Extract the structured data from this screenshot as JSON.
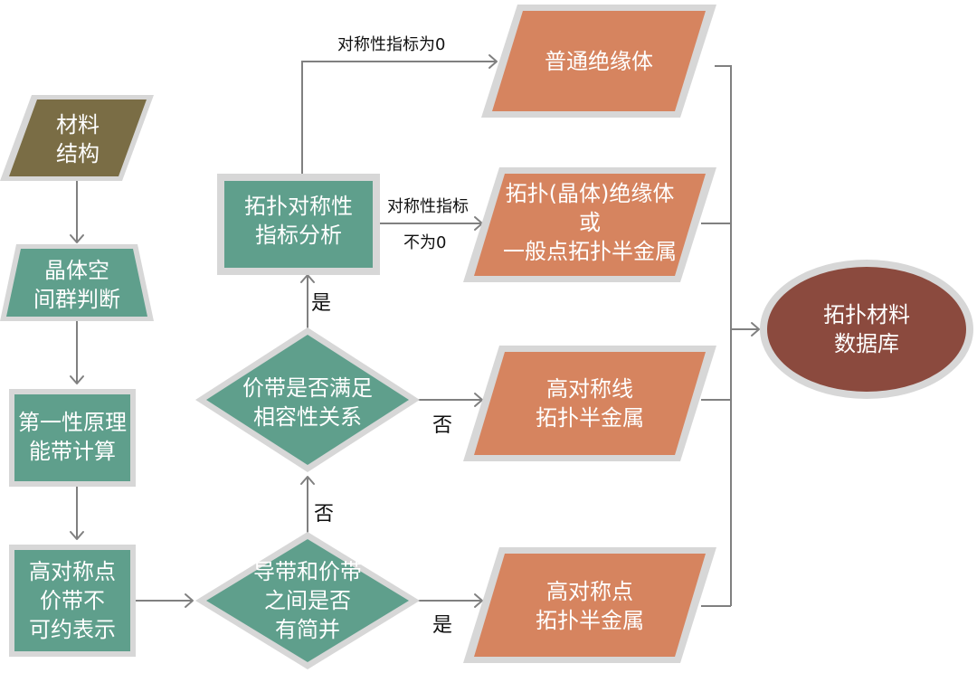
{
  "colors": {
    "teal": "#5f9f8c",
    "olive": "#7a6d45",
    "orange": "#d6845f",
    "brown": "#8b4a3e",
    "frame": "#d7d7d7",
    "line": "#808080"
  },
  "nodes": {
    "material_structure": {
      "lines": [
        "材料",
        "结构"
      ]
    },
    "space_group": {
      "lines": [
        "晶体空",
        "间群判断"
      ]
    },
    "first_principles": {
      "lines": [
        "第一性原理",
        "能带计算"
      ]
    },
    "high_sym_point_rep": {
      "lines": [
        "高对称点",
        "价带不",
        "可约表示"
      ]
    },
    "degeneracy_check": {
      "lines": [
        "导带和价带",
        "之间是否",
        "有简并"
      ]
    },
    "compatibility_check": {
      "lines": [
        "价带是否满足",
        "相容性关系"
      ]
    },
    "topo_indicator": {
      "lines": [
        "拓扑对称性",
        "指标分析"
      ]
    },
    "normal_insulator": {
      "lines": [
        "普通绝缘体"
      ]
    },
    "topo_insulator": {
      "lines": [
        "拓扑(晶体)绝缘体",
        "或",
        "一般点拓扑半金属"
      ]
    },
    "line_semimetal": {
      "lines": [
        "高对称线",
        "拓扑半金属"
      ]
    },
    "point_semimetal": {
      "lines": [
        "高对称点",
        "拓扑半金属"
      ]
    },
    "database": {
      "lines": [
        "拓扑材料",
        "数据库"
      ]
    }
  },
  "edge_labels": {
    "indicator_zero": "对称性指标为0",
    "indicator_nonzero_1": "对称性指标",
    "indicator_nonzero_2": "不为0",
    "yes_top": "是",
    "no_right": "否",
    "no_up": "否",
    "yes_bottom": "是"
  }
}
